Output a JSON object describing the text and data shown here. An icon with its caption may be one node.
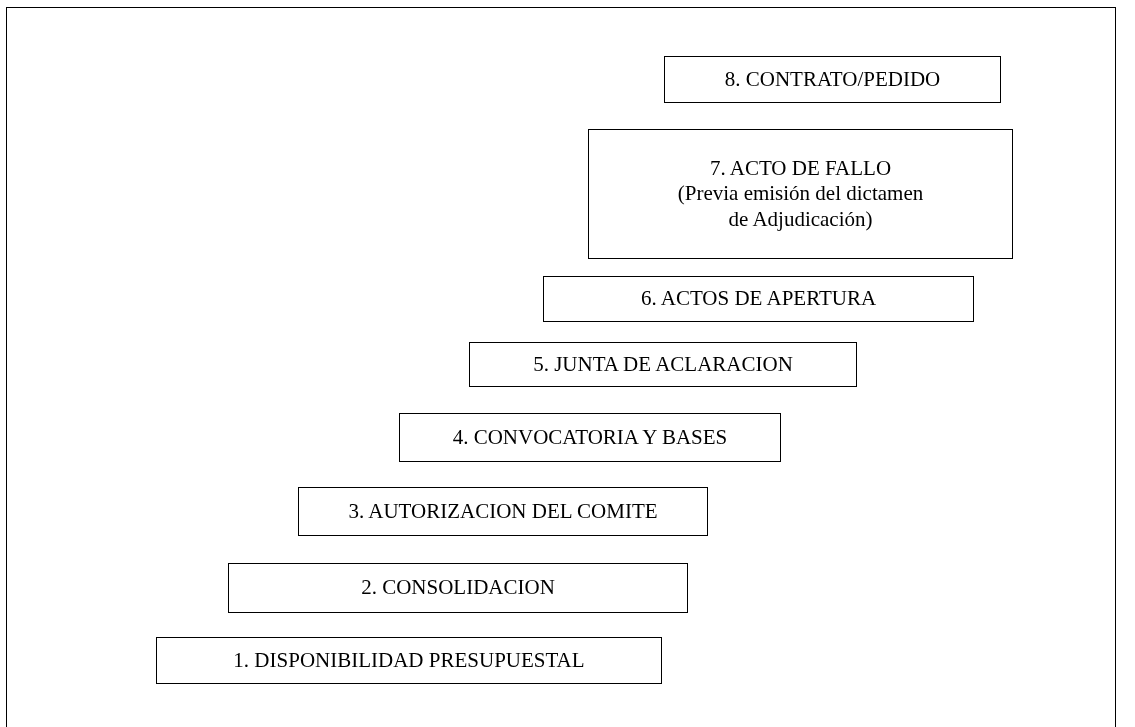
{
  "diagram": {
    "nodes": [
      {
        "text": [
          "8. CONTRATO/PEDIDO"
        ]
      },
      {
        "text": [
          "7. ACTO DE FALLO",
          "(Previa emisión del dictamen de Adjudicación)"
        ]
      },
      {
        "text": [
          "6. ACTOS DE APERTURA"
        ]
      },
      {
        "text": [
          "5. JUNTA DE ACLARACION"
        ]
      },
      {
        "text": [
          "4. CONVOCATORIA Y BASES"
        ]
      },
      {
        "text": [
          "3. AUTORIZACION DEL COMITE"
        ]
      },
      {
        "text": [
          "2. CONSOLIDACION"
        ]
      },
      {
        "text": [
          "1. DISPONIBILIDAD PRESUPUESTAL"
        ]
      }
    ]
  }
}
